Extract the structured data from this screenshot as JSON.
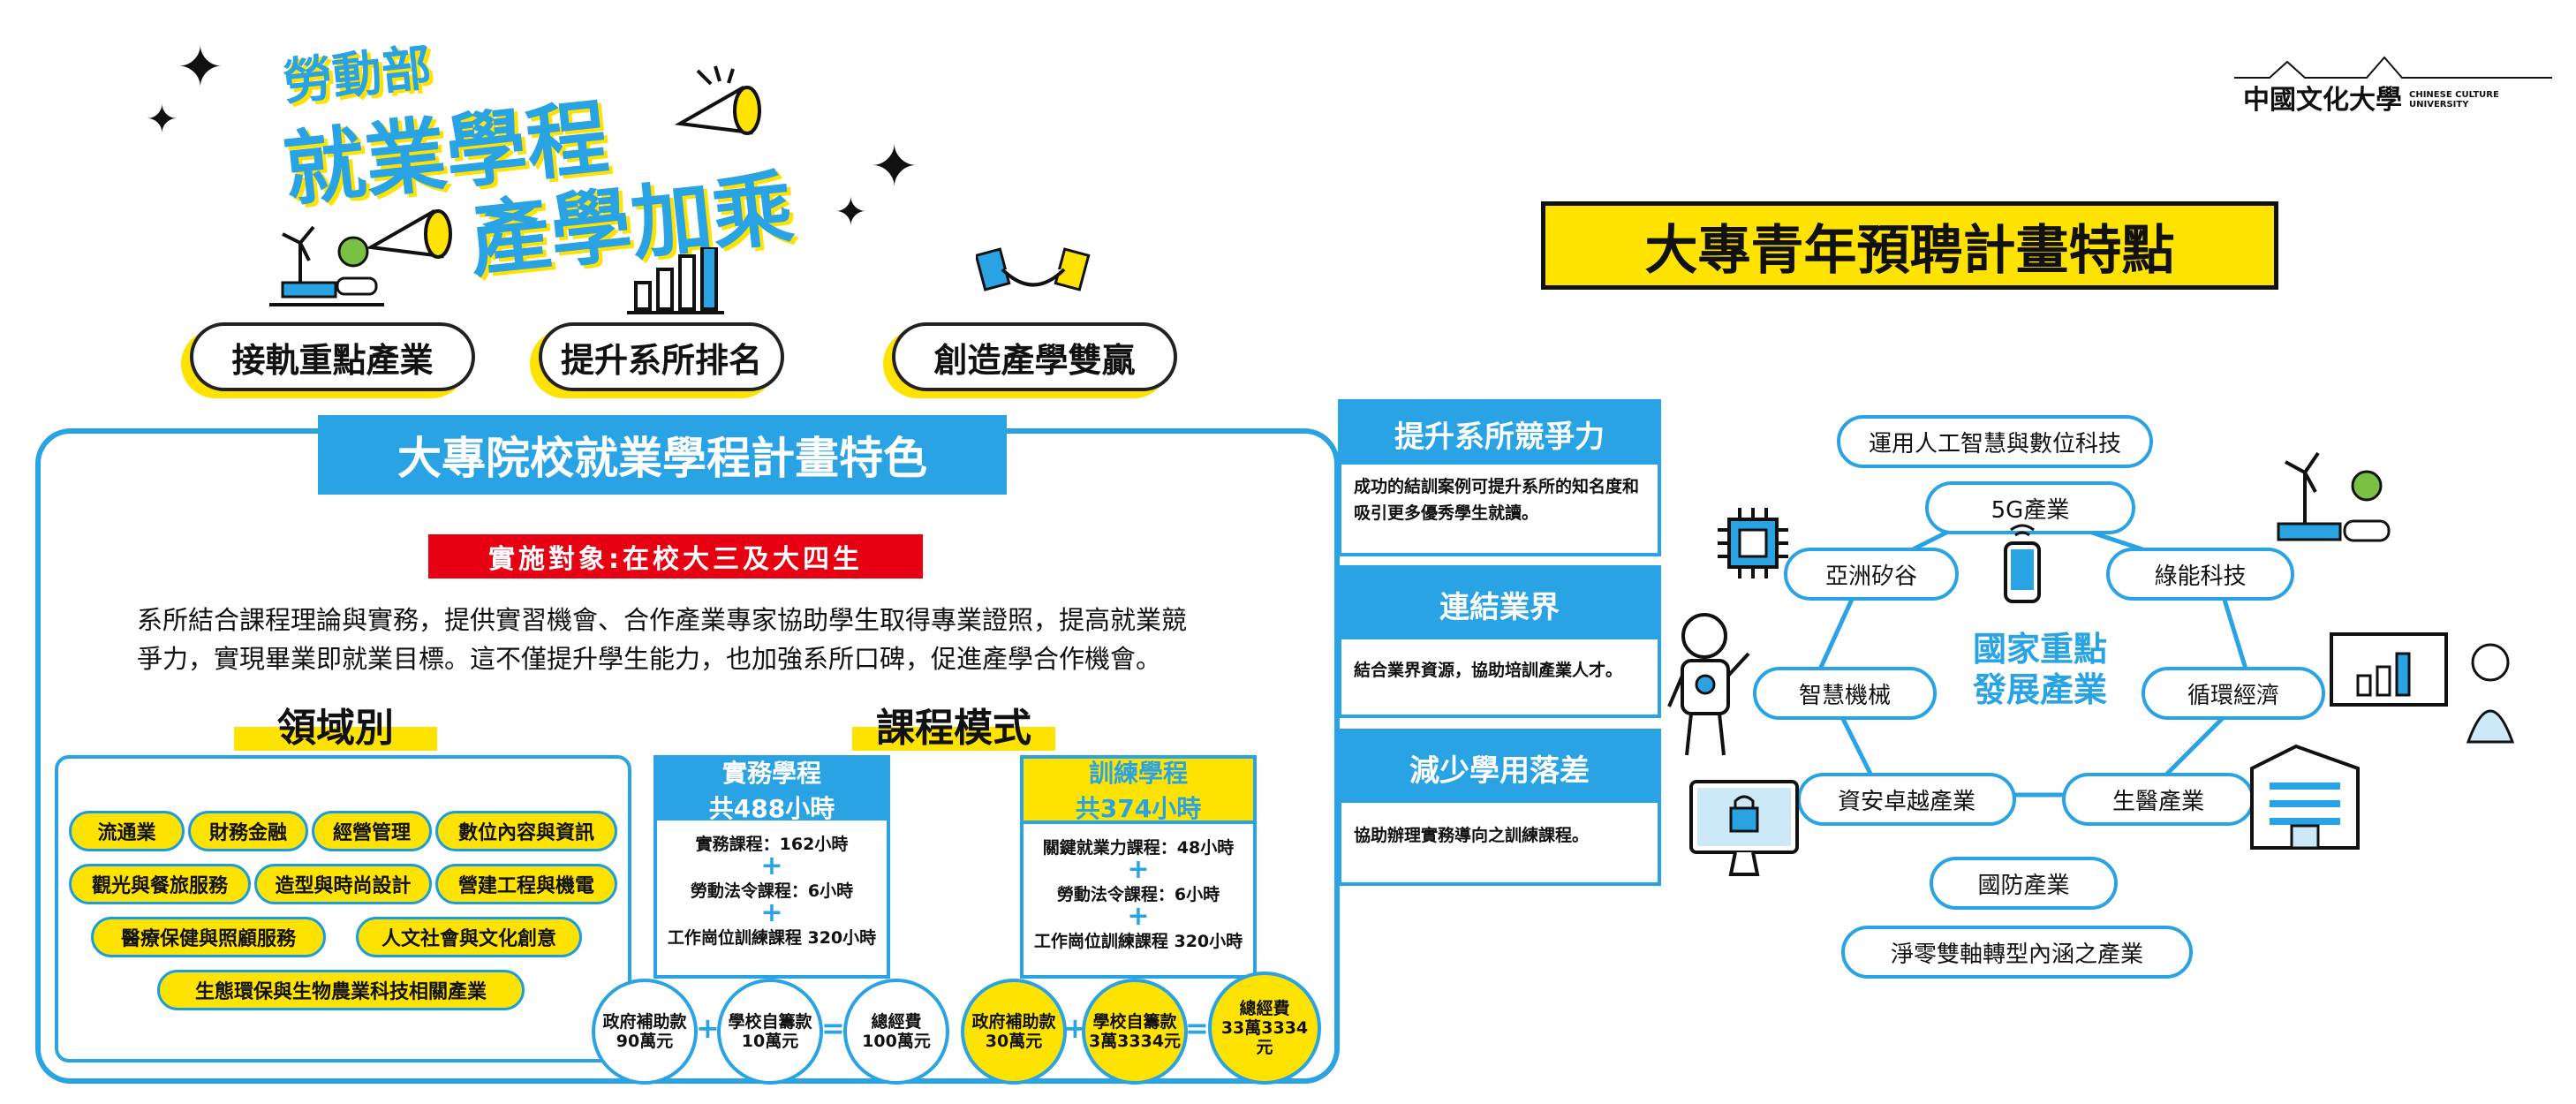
{
  "header": {
    "org": "勞動部",
    "line1": "就業學程",
    "line2": "產學加乘",
    "logo_text": "中國文化大學",
    "logo_sub": "CHINESE CULTURE UNIVERSITY"
  },
  "goals": [
    "接軌重點產業",
    "提升系所排名",
    "創造產學雙贏"
  ],
  "left": {
    "banner": "大專院校就業學程計畫特色",
    "target": "實施對象:在校大三及大四生",
    "description_line1": "系所結合課程理論與實務，提供實習機會、合作產業專家協助學生取得專業證照，提高就業競",
    "description_line2": "爭力，實現畢業即就業目標。這不僅提升學生能力，也加強系所口碑，促進產學合作機會。",
    "domains_title": "領域別",
    "courses_title": "課程模式",
    "domains": [
      "流通業",
      "財務金融",
      "經營管理",
      "數位內容與資訊",
      "觀光與餐旅服務",
      "造型與時尚設計",
      "營建工程與機電",
      "醫療保健與照顧服務",
      "人文社會與文化創意",
      "生態環保與生物農業科技相關產業"
    ]
  },
  "course_practical": {
    "title": "實務學程",
    "hours": "共488小時",
    "items": [
      "實務課程：162小時",
      "勞動法令課程：6小時",
      "工作崗位訓練課程 320小時"
    ],
    "plus": "+",
    "gov": "政府補助款\n90萬元",
    "school": "學校自籌款\n10萬元",
    "total": "總經費\n100萬元"
  },
  "course_training": {
    "title": "訓練學程",
    "hours": "共374小時",
    "items": [
      "關鍵就業力課程：48小時",
      "勞動法令課程：6小時",
      "工作崗位訓練課程 320小時"
    ],
    "gov": "政府補助款\n30萬元",
    "school": "學校自籌款\n3萬3334元",
    "total": "總經費\n33萬3334\n元"
  },
  "ops": {
    "plus": "+",
    "eq": "="
  },
  "right": {
    "title": "大專青年預聘計畫特點",
    "features": [
      {
        "title": "提升系所競爭力",
        "body": "成功的結訓案例可提升系所的知名度和吸引更多優秀學生就讀。"
      },
      {
        "title": "連結業界",
        "body": "結合業界資源，協助培訓產業人才。"
      },
      {
        "title": "減少學用落差",
        "body": "協助辦理實務導向之訓練課程。"
      }
    ],
    "center": "國家重點\n發展產業",
    "industries": [
      "運用人工智慧與數位科技",
      "5G產業",
      "亞洲矽谷",
      "綠能科技",
      "智慧機械",
      "循環經濟",
      "資安卓越產業",
      "生醫產業",
      "國防產業",
      "淨零雙軸轉型內涵之產業"
    ]
  },
  "colors": {
    "blue": "#29a3e3",
    "yellow": "#ffe300",
    "red": "#e60012"
  }
}
